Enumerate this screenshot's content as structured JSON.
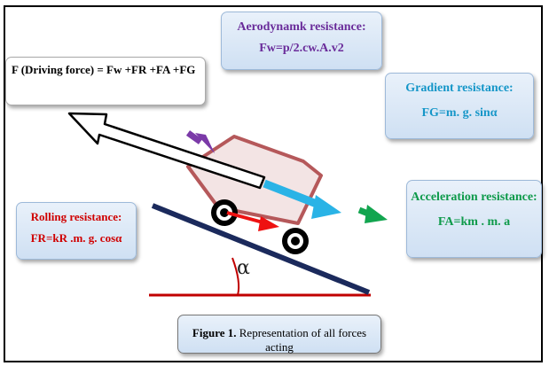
{
  "aerodynamic": {
    "title": "Aerodynamk resistance:",
    "formula": "Fw=p/2.cw.A.v2"
  },
  "driving": {
    "formula": "F (Driving force) = Fw +FR +FA +FG"
  },
  "gradient": {
    "title": "Gradient resistance:",
    "formula": "FG=m. g. sinα"
  },
  "acceleration": {
    "title": "Acceleration resistance:",
    "formula": "FA=km . m. a"
  },
  "rolling": {
    "title": "Rolling resistance:",
    "formula": "FR=kR .m. g. cosα"
  },
  "angle": "α",
  "caption": {
    "label": "Figure 1.",
    "text": " Representation of all forces acting"
  },
  "colors": {
    "aerodynamic": "#6a2c9a",
    "gradient": "#1596c8",
    "acceleration": "#0e9a4a",
    "rolling": "#d00000",
    "slope": "#1b2a5c",
    "cart_outline": "#b5585a"
  }
}
